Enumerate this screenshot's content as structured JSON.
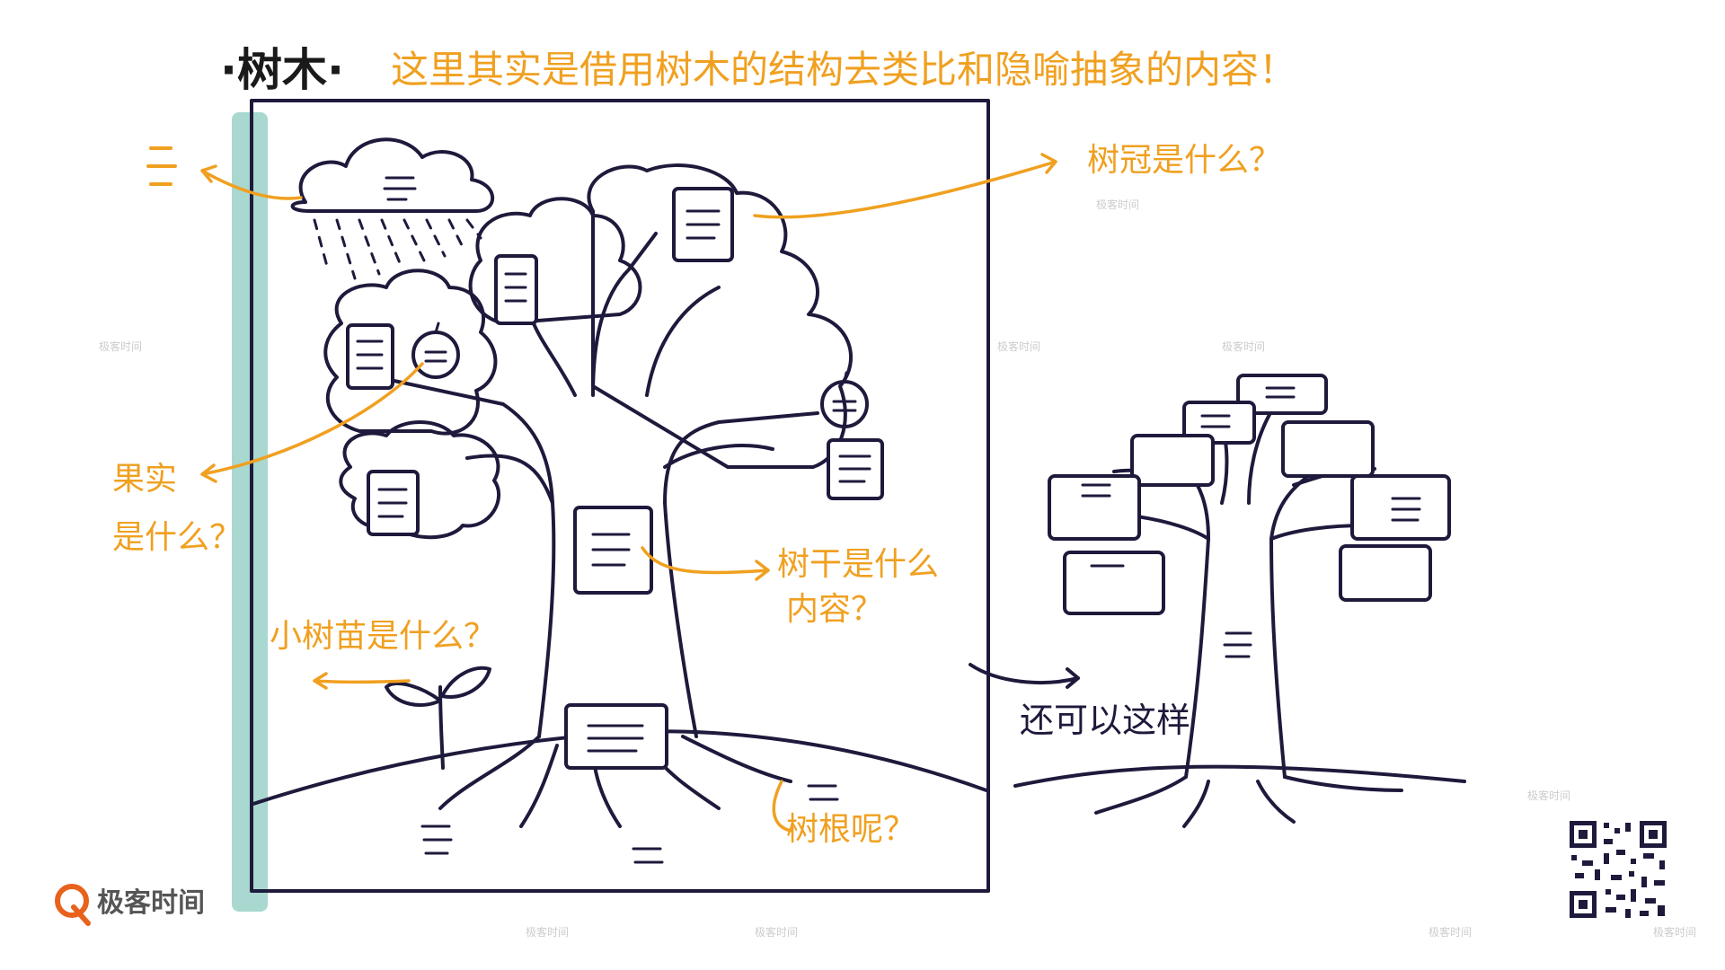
{
  "title": {
    "main": "·树木·",
    "subtitle": "这里其实是借用树木的结构去类比和隐喻抽象的内容！"
  },
  "annotations": {
    "tree_what": "树冠是什么？",
    "fruit_line1": "果实",
    "fruit_line2": "是什么？",
    "trunk_line1": "树干是什么",
    "trunk_line2": "内容？",
    "sapling": "小树苗是什么？",
    "roots": "树根呢？",
    "alternative": "还可以这样"
  },
  "brand": {
    "logo_text": "极客时间",
    "watermark": "极客时间"
  },
  "colors": {
    "ink": "#1e1a3c",
    "accent": "#f0a020",
    "shadow": "#a8d8d0"
  }
}
